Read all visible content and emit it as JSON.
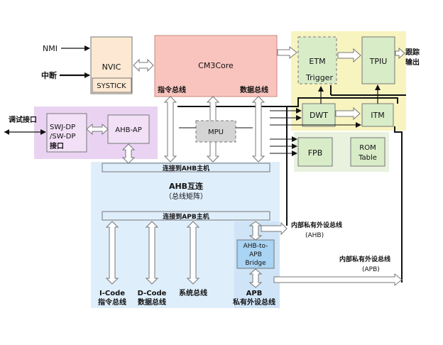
{
  "inputs": {
    "nmi": "NMI",
    "interrupt": "中断"
  },
  "nvic": {
    "title": "NVIC",
    "systick": "SYSTICK"
  },
  "core": {
    "title": "CM3Core",
    "instr_bus": "指令总线",
    "data_bus": "数据总线"
  },
  "trace": {
    "etm": "ETM",
    "trigger": "Trigger",
    "tpiu": "TPIU",
    "output_line1": "跟踪",
    "output_line2": "输出",
    "dwt": "DWT",
    "itm": "ITM"
  },
  "debug": {
    "port_label": "调试接口",
    "swj_line1": "SWJ-DP",
    "swj_line2": "/SW-DP",
    "swj_line3": "接口",
    "ahb_ap": "AHB-AP"
  },
  "mpu": {
    "title": "MPU"
  },
  "debug_units": {
    "fpb": "FPB",
    "rom_line1": "ROM",
    "rom_line2": "Table"
  },
  "matrix": {
    "ahb_master": "连接到AHB主机",
    "title": "AHB互连",
    "subtitle": "（总线矩阵）",
    "apb_master": "连接到APB主机"
  },
  "bridge": {
    "line1": "AHB-to-",
    "line2": "APB",
    "line3": "Bridge"
  },
  "private_ahb": {
    "line1": "内部私有外设总线",
    "line2": "(AHB)"
  },
  "private_apb": {
    "line1": "内部私有外设总线",
    "line2": "(APB)"
  },
  "buses": {
    "icode_line1": "I-Code",
    "icode_line2": "指令总线",
    "dcode_line1": "D-Code",
    "dcode_line2": "数据总线",
    "system": "系统总线",
    "apb_line1": "APB",
    "apb_line2": "私有外设总线"
  },
  "colors": {
    "nvic_fill": "#fde9d3",
    "core_fill": "#f9c4be",
    "trace_bg": "#f8f4c0",
    "trace_box": "#d8ecc8",
    "debug_bg": "#ead3f2",
    "debug_box": "#f2e0f7",
    "matrix_bg": "#dfeefb",
    "bridge_fill": "#a9d4f3",
    "mpu_fill": "#d4d4d4"
  }
}
